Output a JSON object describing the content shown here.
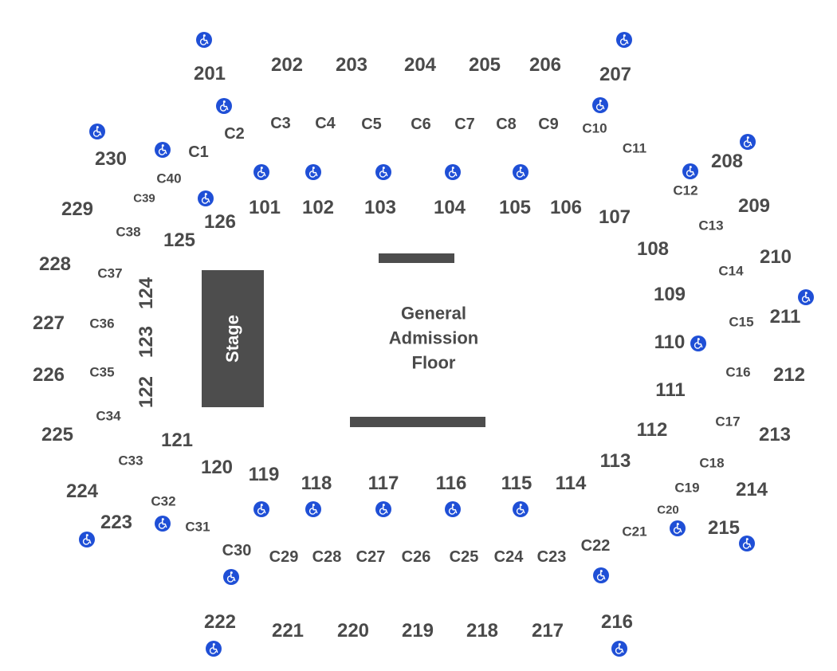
{
  "colors": {
    "label": "#4a4a4a",
    "stage_fill": "#4d4d4d",
    "stage_text": "#ffffff",
    "accessible_icon_bg": "#1f4fd6"
  },
  "stage": {
    "label": "Stage"
  },
  "floor": {
    "line1": "General",
    "line2": "Admission",
    "line3": "Floor"
  },
  "sections": {
    "upper": [
      "201",
      "202",
      "203",
      "204",
      "205",
      "206",
      "207",
      "208",
      "209",
      "210",
      "211",
      "212",
      "213",
      "214",
      "215",
      "216",
      "217",
      "218",
      "219",
      "220",
      "221",
      "222",
      "223",
      "224",
      "225",
      "226",
      "227",
      "228",
      "229",
      "230"
    ],
    "lower": [
      "101",
      "102",
      "103",
      "104",
      "105",
      "106",
      "107",
      "108",
      "109",
      "110",
      "111",
      "112",
      "113",
      "114",
      "115",
      "116",
      "117",
      "118",
      "119",
      "120",
      "121",
      "122",
      "123",
      "124",
      "125",
      "126"
    ],
    "club": [
      "C1",
      "C2",
      "C3",
      "C4",
      "C5",
      "C6",
      "C7",
      "C8",
      "C9",
      "C10",
      "C11",
      "C12",
      "C13",
      "C14",
      "C15",
      "C16",
      "C17",
      "C18",
      "C19",
      "C20",
      "C21",
      "C22",
      "C23",
      "C24",
      "C25",
      "C26",
      "C27",
      "C28",
      "C29",
      "C30",
      "C31",
      "C32",
      "C33",
      "C34",
      "C35",
      "C36",
      "C37",
      "C38",
      "C39",
      "C40"
    ]
  },
  "accessible_icon": "wheelchair-icon"
}
